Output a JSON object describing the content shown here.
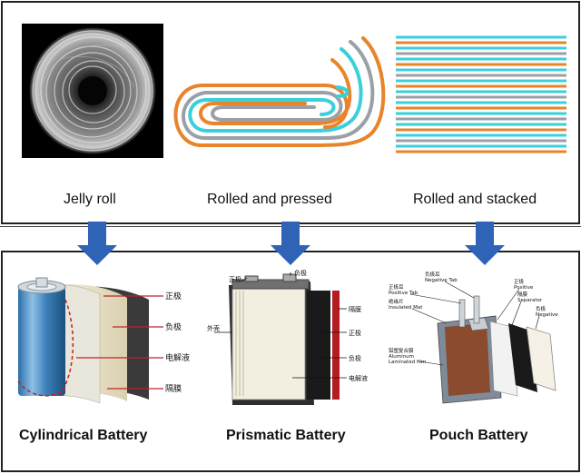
{
  "top": {
    "jelly_roll_label": "Jelly roll",
    "rolled_pressed_label": "Rolled and pressed",
    "rolled_stacked_label": "Rolled and stacked"
  },
  "bottom": {
    "cylindrical_title": "Cylindrical Battery",
    "prismatic_title": "Prismatic Battery",
    "pouch_title": "Pouch Battery",
    "cylindrical_labels": [
      "正极",
      "负极",
      "电解液",
      "隔膜"
    ],
    "prismatic_labels": [
      "正极",
      "负极",
      "外壳",
      "隔膜",
      "正极",
      "负极",
      "电解液"
    ],
    "pouch_labels": {
      "negative_tab": [
        "负极耳",
        "Negative Tab"
      ],
      "positive_tab": [
        "正极耳",
        "Positive Tab"
      ],
      "positive": [
        "正极",
        "Positive"
      ],
      "insulated_mat": [
        "绝缘片",
        "Insulated Mat"
      ],
      "separator": [
        "隔膜",
        "Separator"
      ],
      "negative": [
        "负极",
        "Negative"
      ],
      "laminated_film": [
        "铝塑复合膜",
        "Aluminum",
        "Laminated film"
      ]
    }
  },
  "colors": {
    "arrow": "#2f63b5",
    "orange_layer": "#e8842a",
    "cyan_layer": "#39d0dc",
    "gray_layer": "#9aa0a6"
  }
}
